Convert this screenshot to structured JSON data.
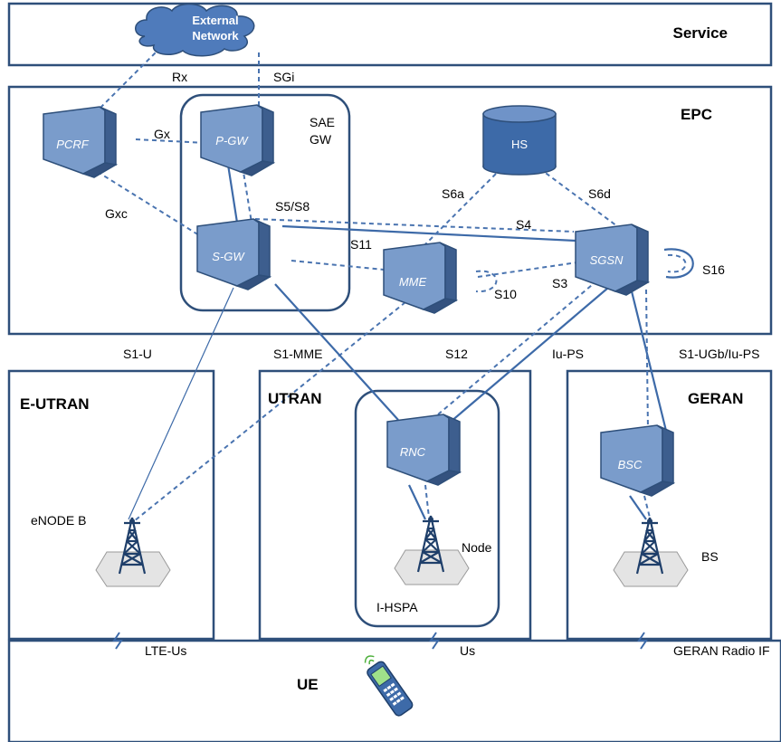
{
  "domains": {
    "service": "Service",
    "epc": "EPC",
    "eutran": "E-UTRAN",
    "utran": "UTRAN",
    "geran": "GERAN",
    "ue": "UE"
  },
  "nodes": {
    "external_network_line1": "External",
    "external_network_line2": "Network",
    "pcrf": "PCRF",
    "pgw": "P-GW",
    "sgw": "S-GW",
    "hss": "HS",
    "mme": "MME",
    "sgsn": "SGSN",
    "rnc": "RNC",
    "bsc": "BSC",
    "sae_gw_line1": "SAE",
    "sae_gw_line2": "GW",
    "enodeb": "eNODE B",
    "node": "Node",
    "i_hspa": "I-HSPA",
    "bs": "BS"
  },
  "interfaces": {
    "rx": "Rx",
    "sgi": "SGi",
    "gx": "Gx",
    "gxc": "Gxc",
    "s5s8": "S5/S8",
    "s6a": "S6a",
    "s6d": "S6d",
    "s4": "S4",
    "s11": "S11",
    "s3": "S3",
    "s10": "S10",
    "s16": "S16",
    "s1u": "S1-U",
    "s1mme": "S1-MME",
    "s12": "S12",
    "iups": "Iu-PS",
    "s1ugb": "S1-UGb/Iu-PS",
    "lte_us": "LTE-Us",
    "us": "Us",
    "geran_radio": "GERAN Radio IF"
  },
  "colors": {
    "frame": "#2E4F7A",
    "node_face": "#7A9CCB",
    "node_side": "#3D5E8E",
    "link": "#3D6AA8",
    "cloud": "#4F7BBB"
  }
}
